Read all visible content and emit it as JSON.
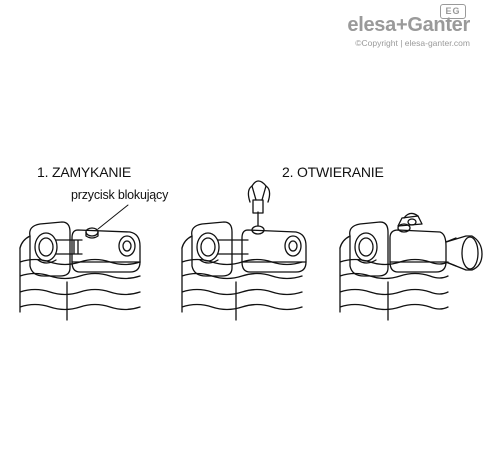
{
  "brand": {
    "logo_left": "elesa",
    "logo_plus": "+",
    "logo_right": "Ganter",
    "badge": "EG",
    "copyright": "©Copyright | elesa-ganter.com"
  },
  "steps": [
    {
      "title": "1. ZAMYKANIE"
    },
    {
      "title": "2. OTWIERANIE"
    }
  ],
  "callout": {
    "label": "przycisk blokujący"
  }
}
